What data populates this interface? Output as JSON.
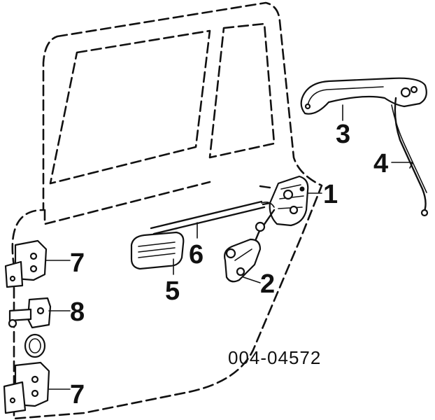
{
  "diagram": {
    "part_number": "004-04572",
    "callouts": [
      {
        "id": "c1",
        "label": "1"
      },
      {
        "id": "c2",
        "label": "2"
      },
      {
        "id": "c3",
        "label": "3"
      },
      {
        "id": "c4",
        "label": "4"
      },
      {
        "id": "c5",
        "label": "5"
      },
      {
        "id": "c6",
        "label": "6"
      },
      {
        "id": "c7a",
        "label": "7"
      },
      {
        "id": "c8",
        "label": "8"
      },
      {
        "id": "c7b",
        "label": "7"
      }
    ]
  }
}
